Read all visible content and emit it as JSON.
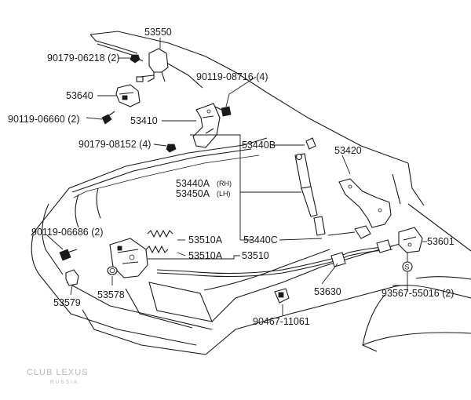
{
  "labels": {
    "p53550": "53550",
    "p90179_06218": "90179-06218 (2)",
    "p90119_08716": "90119-08716 (4)",
    "p53640": "53640",
    "p90119_06660": "90119-06660 (2)",
    "p53410": "53410",
    "p90179_08152": "90179-08152 (4)",
    "p53440b": "53440B",
    "p53420": "53420",
    "p53440a": "53440A",
    "p53440a_side": "(RH)",
    "p53450a": "53450A",
    "p53450a_side": "(LH)",
    "p90119_06686": "90119-06686 (2)",
    "p53510a_1": "53510A",
    "p53440c": "53440C",
    "p53601": "53601",
    "p53510a_2": "53510A",
    "p53510": "53510",
    "p53579": "53579",
    "p53578": "53578",
    "p53630": "53630",
    "p93567_55016": "93567-55016 (2)",
    "p90467_11061": "90467-11061",
    "clip_marker": "S"
  },
  "watermark": {
    "line1": "CLUB LEXUS",
    "line2": "RUSSIA"
  }
}
